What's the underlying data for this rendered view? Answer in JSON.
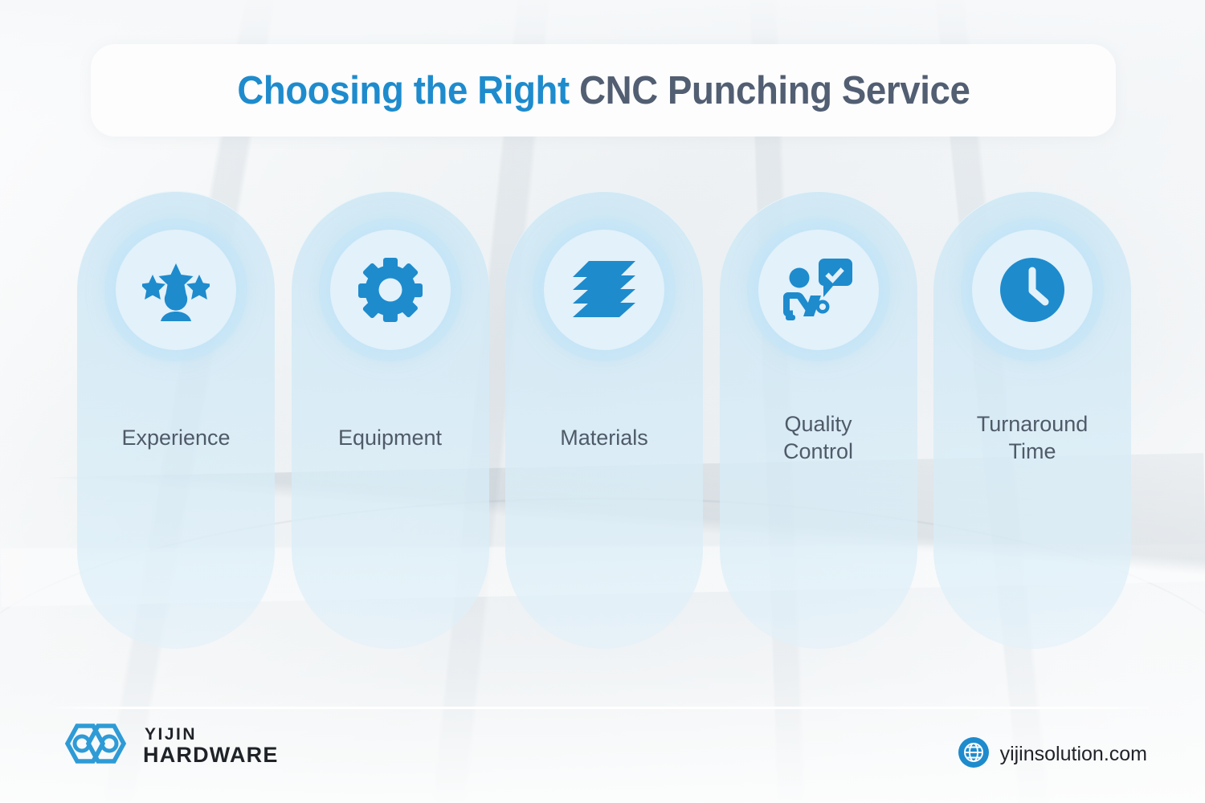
{
  "title": {
    "highlight": "Choosing the Right",
    "rest": " CNC Punching Service",
    "highlight_color": "#1E8BCD",
    "rest_color": "#525E72"
  },
  "cards": [
    {
      "label": "Experience",
      "label_line2": "",
      "icon": "person-stars-icon"
    },
    {
      "label": "Equipment",
      "label_line2": "",
      "icon": "gear-icon"
    },
    {
      "label": "Materials",
      "label_line2": "",
      "icon": "layers-stack-icon"
    },
    {
      "label": "Quality",
      "label_line2": "Control",
      "icon": "inspector-check-icon"
    },
    {
      "label": "Turnaround",
      "label_line2": "Time",
      "icon": "clock-icon"
    }
  ],
  "footer": {
    "logo_top": "YIJIN",
    "logo_bottom": "HARDWARE",
    "logo_icon": "infinity-hexagon-logo-icon",
    "website": "yijinsolution.com",
    "website_icon": "globe-icon"
  },
  "colors": {
    "accent_blue": "#1E8BCD",
    "card_blue": "#d4eaf6",
    "icon_circle": "#e2f1fa",
    "label_gray": "#4F5A69"
  }
}
